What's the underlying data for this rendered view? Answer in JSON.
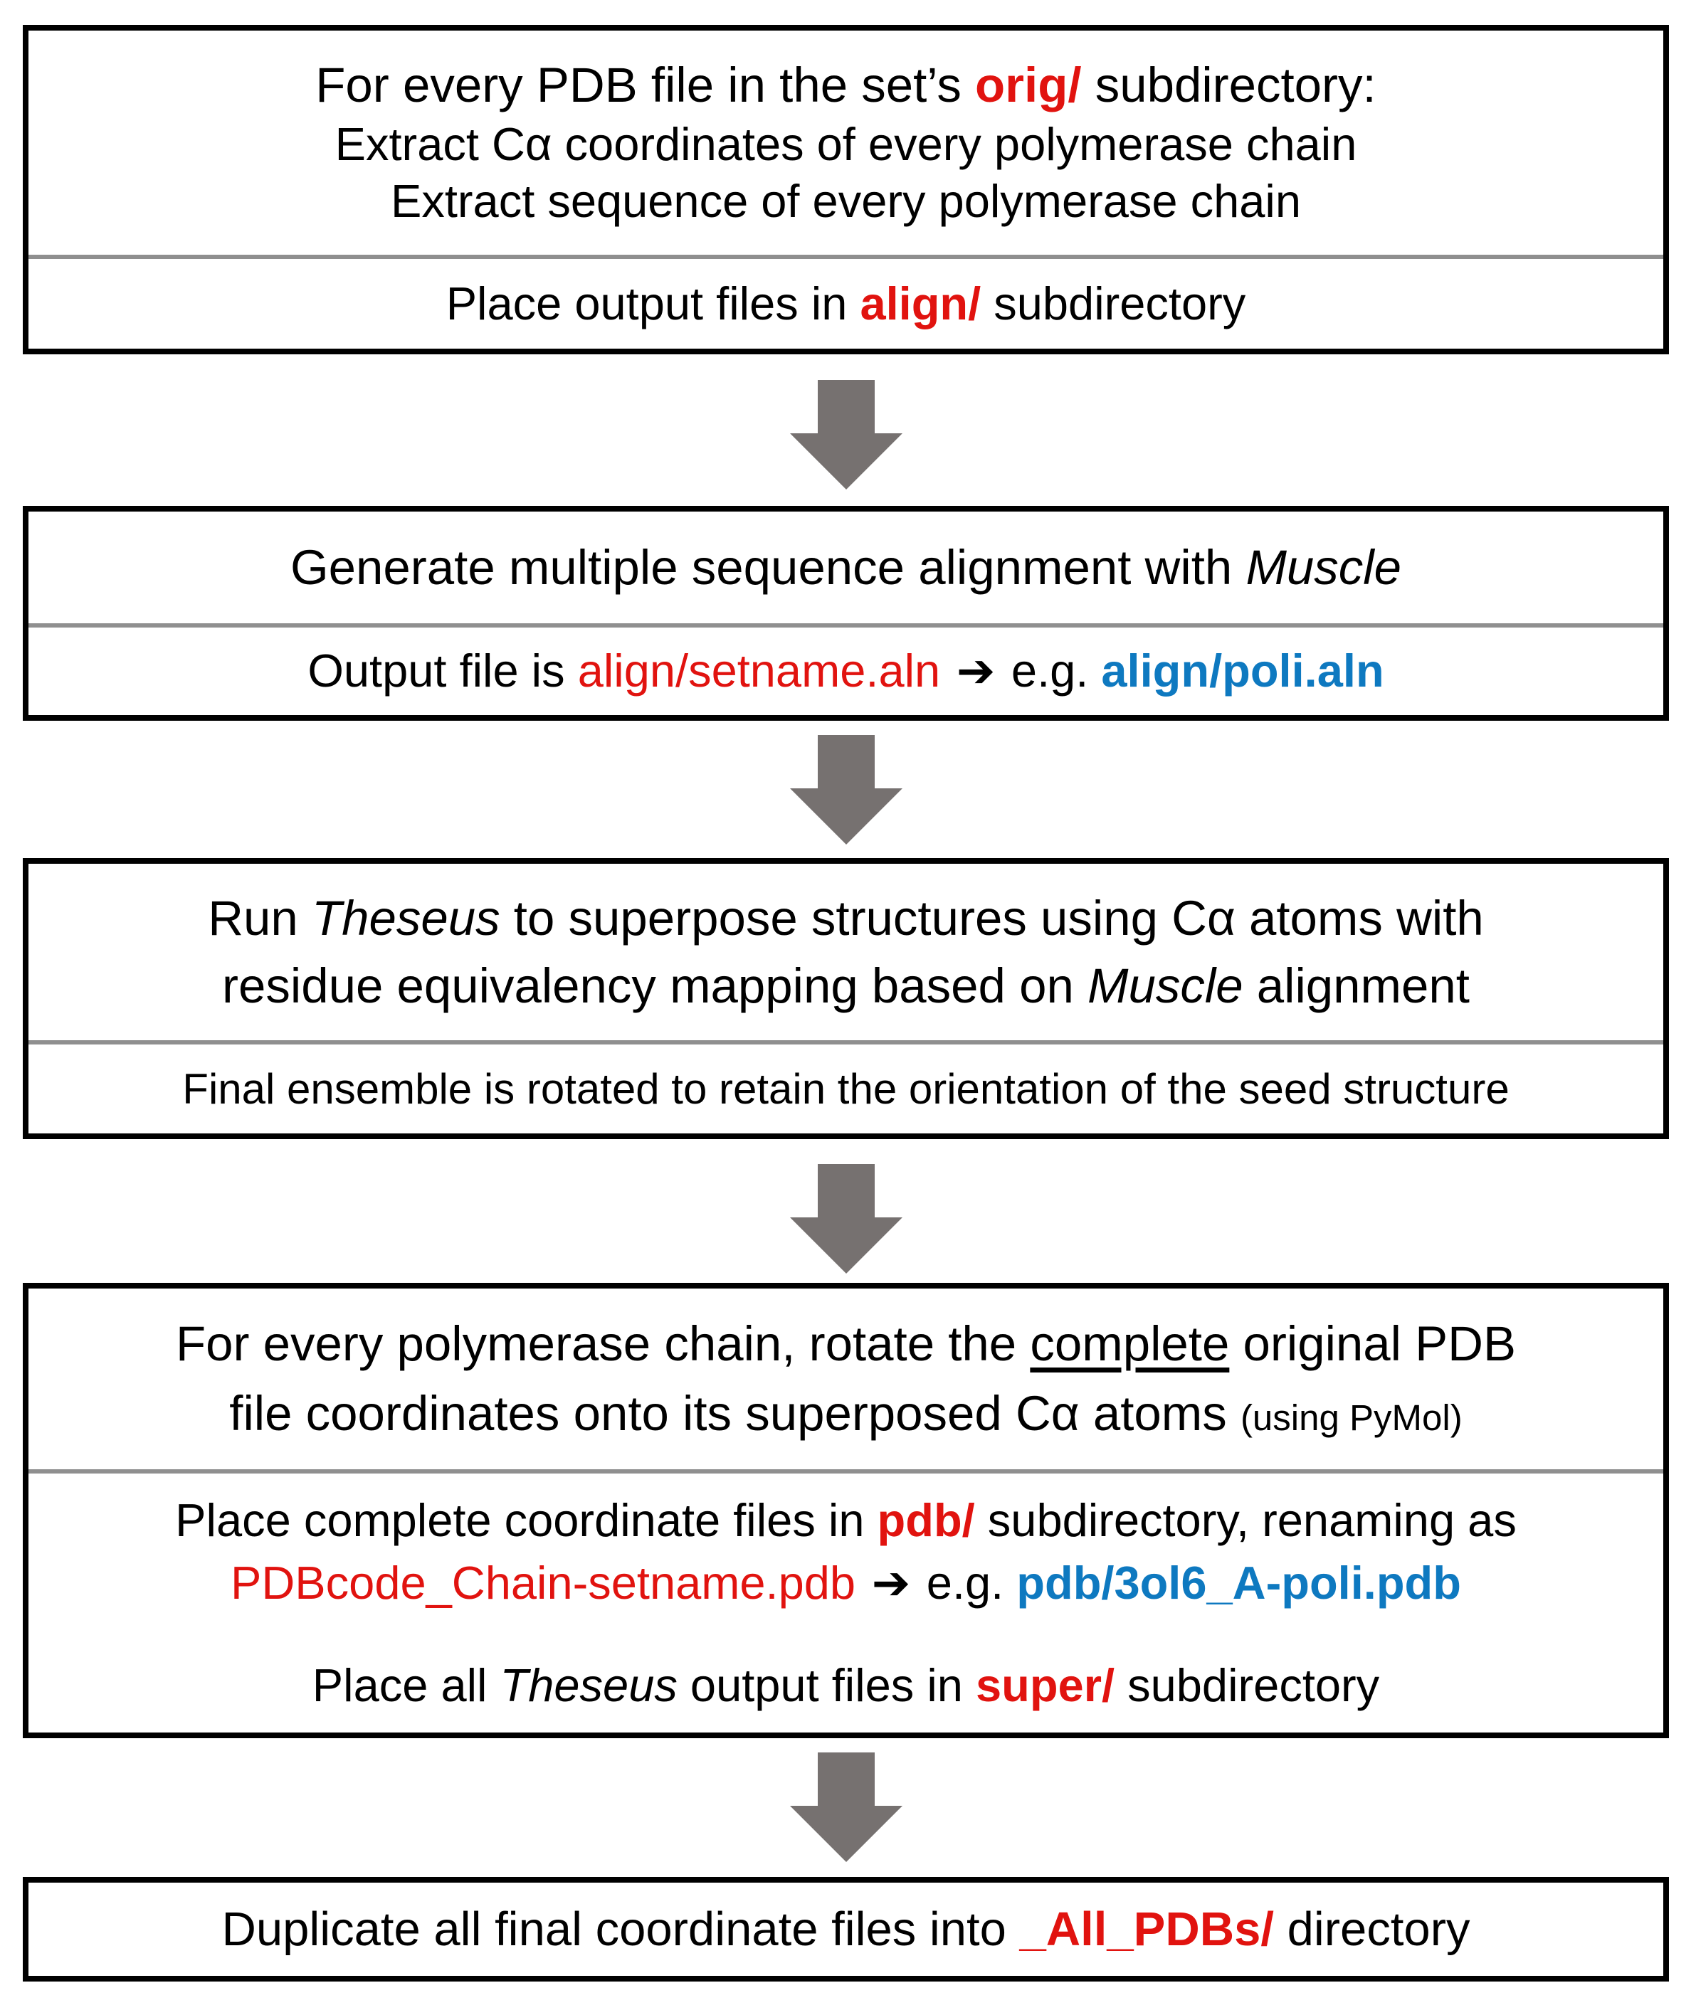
{
  "colors": {
    "red": "#e1130f",
    "blue": "#0e79c0",
    "arrow": "#767170",
    "divider": "#8f8f8f",
    "border": "#000000",
    "text": "#000000"
  },
  "icons": {
    "down_arrow": "block-down-arrow",
    "inline_arrow": "heavy-right-arrow"
  },
  "boxes": [
    {
      "name": "step-1",
      "main_lines": [
        [
          "For every PDB file in the set’s ",
          "orig/",
          " subdirectory:"
        ],
        [
          "Extract Cα coordinates of every polymerase chain"
        ],
        [
          "Extract sequence of every polymerase chain"
        ]
      ],
      "sub_lines": [
        [
          "Place output files in ",
          "align/",
          " subdirectory"
        ]
      ]
    },
    {
      "name": "step-2",
      "main_lines": [
        [
          "Generate multiple sequence alignment with ",
          "Muscle"
        ]
      ],
      "sub_lines": [
        [
          "Output file is ",
          "align/setname.aln",
          " ➔ ",
          "e.g. ",
          "align/poli.aln"
        ]
      ]
    },
    {
      "name": "step-3",
      "main_lines": [
        [
          "Run ",
          "Theseus",
          " to superpose structures using Cα atoms with"
        ],
        [
          "residue equivalency mapping based on ",
          "Muscle",
          " alignment"
        ]
      ],
      "sub_lines": [
        [
          "Final ensemble is rotated to retain the orientation of the seed structure"
        ]
      ]
    },
    {
      "name": "step-4",
      "main_lines": [
        [
          "For every polymerase chain, rotate the ",
          "complete",
          " original PDB"
        ],
        [
          "file coordinates onto its superposed Cα atoms ",
          "(using PyMol)"
        ]
      ],
      "sub_lines": [
        [
          "Place complete coordinate files in ",
          "pdb/",
          " subdirectory, renaming as"
        ],
        [
          "PDBcode_Chain-setname.pdb",
          " ➔ ",
          "e.g. ",
          "pdb/3ol6_A-poli.pdb"
        ],
        [
          "Place all ",
          "Theseus",
          " output files in ",
          "super/",
          " subdirectory"
        ]
      ]
    },
    {
      "name": "step-5",
      "main_lines": [
        [
          "Duplicate all final coordinate files into ",
          "_All_PDBs/",
          " directory"
        ]
      ]
    }
  ]
}
